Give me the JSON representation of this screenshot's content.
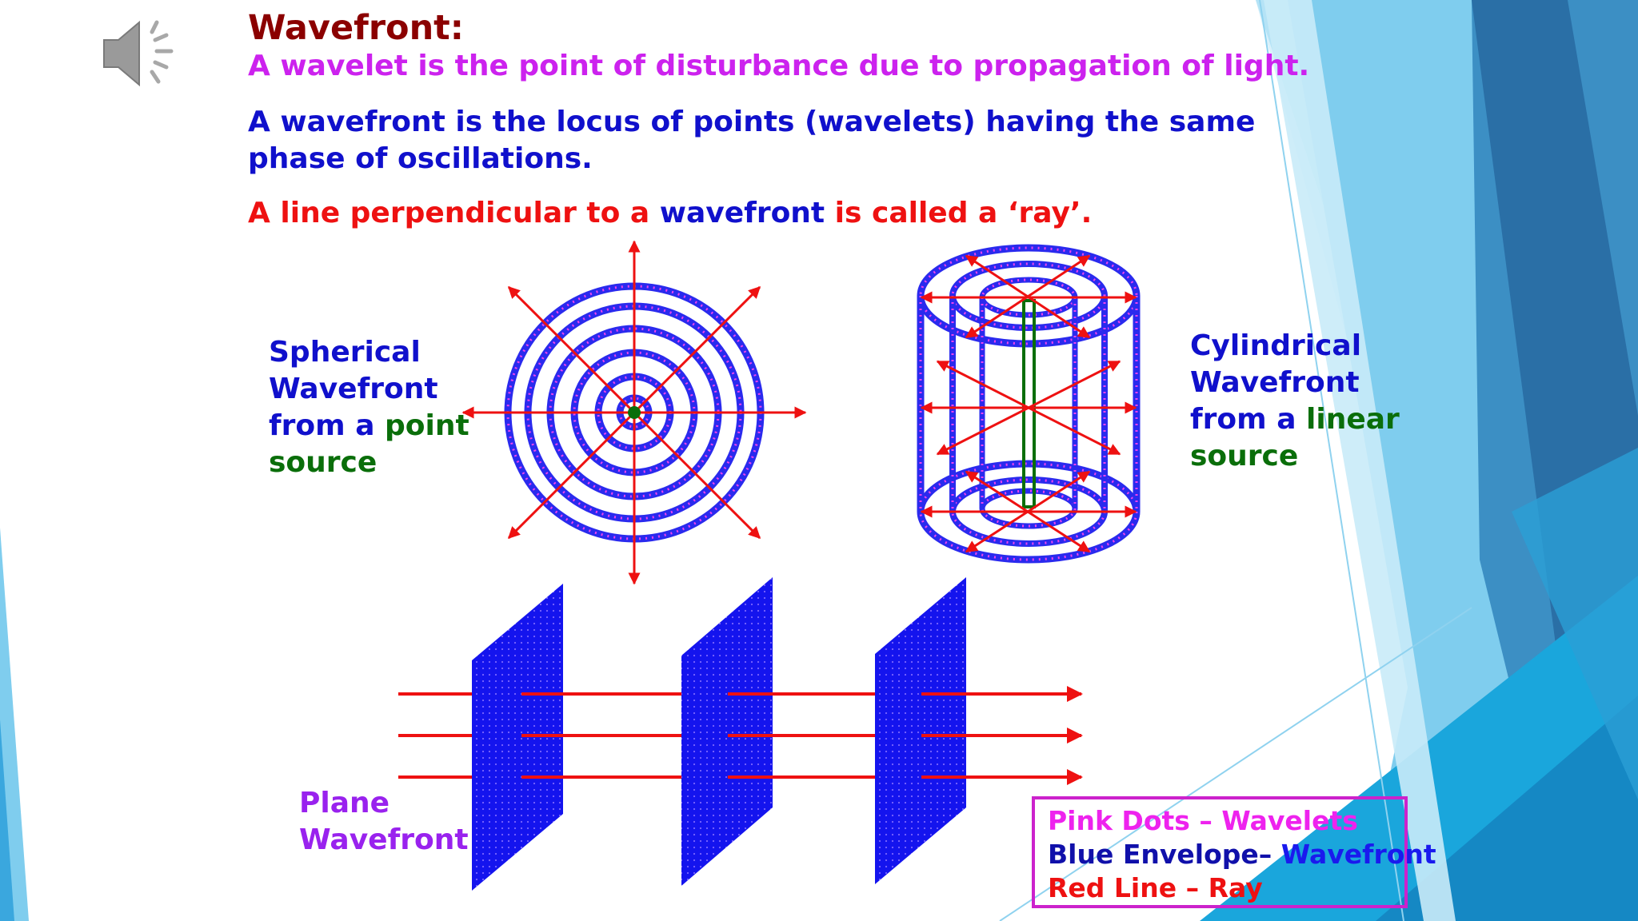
{
  "colors": {
    "title": "#8b0000",
    "magenta": "#cc22ee",
    "blue": "#1010cc",
    "red": "#ee1111",
    "green": "#0a6e0a",
    "purple": "#9922ee",
    "envelope": "#2a2aee",
    "wavelet_dot": "#ee44ee",
    "ray": "#ee1111"
  },
  "icons": {
    "audio": "speaker-icon"
  },
  "slide": {
    "title": "Wavefront:",
    "line1": "A wavelet is the point of disturbance due to propagation of light.",
    "line2": "A wavefront is the locus of points (wavelets) having the same phase of oscillations.",
    "line3": {
      "part1": "A line perpendicular to a ",
      "part2": "wavefront",
      "part3": " is called a ‘ray’."
    }
  },
  "spherical_label": {
    "l1": "Spherical",
    "l2": "Wavefront",
    "l3a": "from a ",
    "l3b": "point",
    "l4": "source"
  },
  "cylindrical_label": {
    "l1": "Cylindrical",
    "l2": "Wavefront",
    "l3a": "from a ",
    "l3b": "linear",
    "l4": "source"
  },
  "plane_label": {
    "l1": "Plane",
    "l2": "Wavefront"
  },
  "legend": {
    "row1": "Pink Dots – Wavelets",
    "row2a": "Blue Envelope– ",
    "row2b": "Wavefront",
    "row3": "Red Line – Ray"
  }
}
